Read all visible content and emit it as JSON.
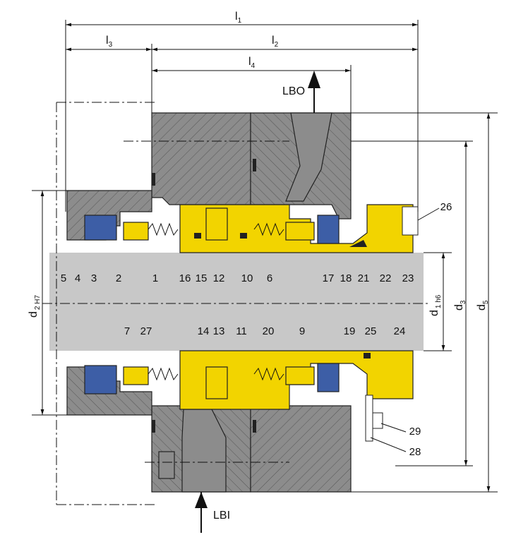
{
  "dimensions": {
    "l1": {
      "main": "l",
      "sub": "1"
    },
    "l2": {
      "main": "l",
      "sub": "2"
    },
    "l3": {
      "main": "l",
      "sub": "3"
    },
    "l4": {
      "main": "l",
      "sub": "4"
    },
    "d1": {
      "main": "d",
      "sub": "1 h6"
    },
    "d2": {
      "main": "d",
      "sub": "2 H7"
    },
    "d3": {
      "main": "d",
      "sub": "3"
    },
    "d5": {
      "main": "d",
      "sub": "5"
    }
  },
  "ports": {
    "outlet": "LBO",
    "inlet": "LBI"
  },
  "part_numbers_upper": [
    "5",
    "4",
    "3",
    "2",
    "1",
    "16",
    "15",
    "12",
    "10",
    "6",
    "17",
    "18",
    "21",
    "22",
    "23"
  ],
  "part_number_26": "26",
  "part_numbers_lower": [
    "7",
    "27",
    "14",
    "13",
    "11",
    "20",
    "9",
    "19",
    "25",
    "24"
  ],
  "part_number_29": "29",
  "part_number_28": "28",
  "colors": {
    "housing": "#8c8c8c",
    "metal_parts": "#f2d400",
    "elastomer": "#3d5ea6",
    "shaft": "#c8c8c8"
  }
}
